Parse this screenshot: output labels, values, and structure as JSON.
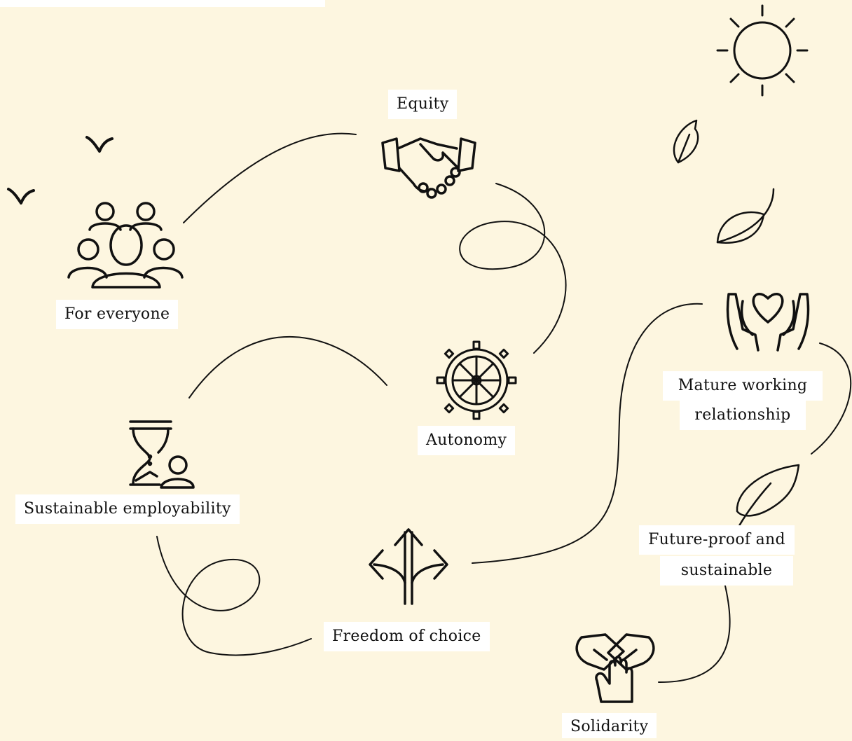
{
  "values": {
    "for_everyone": "For everyone",
    "equity": "Equity",
    "autonomy": "Autonomy",
    "sustainable_employability": "Sustainable employability",
    "freedom_of_choice": "Freedom of choice",
    "mature_working_line1": "Mature working",
    "mature_working_line2": "relationship",
    "future_proof_line1": "Future-proof and",
    "future_proof_line2": "sustainable",
    "solidarity": "Solidarity"
  },
  "icons": [
    "people-group-icon",
    "handshake-icon",
    "ship-wheel-icon",
    "hourglass-person-icon",
    "branching-arrows-icon",
    "hands-heart-icon",
    "joined-hands-icon",
    "sun-icon",
    "leaf-icon",
    "bird-icon"
  ],
  "colors": {
    "background": "#fdf6e0",
    "label_background": "#ffffff",
    "ink": "#111111"
  }
}
